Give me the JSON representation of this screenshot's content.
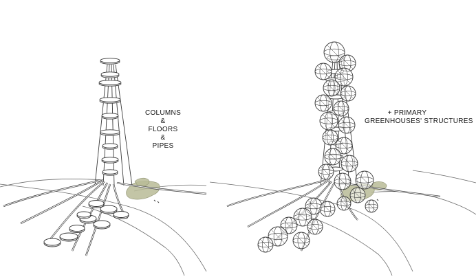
{
  "left_panel": {
    "caption_lines": [
      "COLUMNS",
      "&",
      "FLOORS",
      "&",
      "PIPES"
    ]
  },
  "right_panel": {
    "caption_lines": [
      "+ PRIMARY",
      "GREENHOUSES' STRUCTURES"
    ]
  },
  "colors": {
    "stroke": "#3a3a3a",
    "terrain_line": "#6a6a6a",
    "garden_fill": "#b9bb97",
    "background": "#ffffff"
  }
}
